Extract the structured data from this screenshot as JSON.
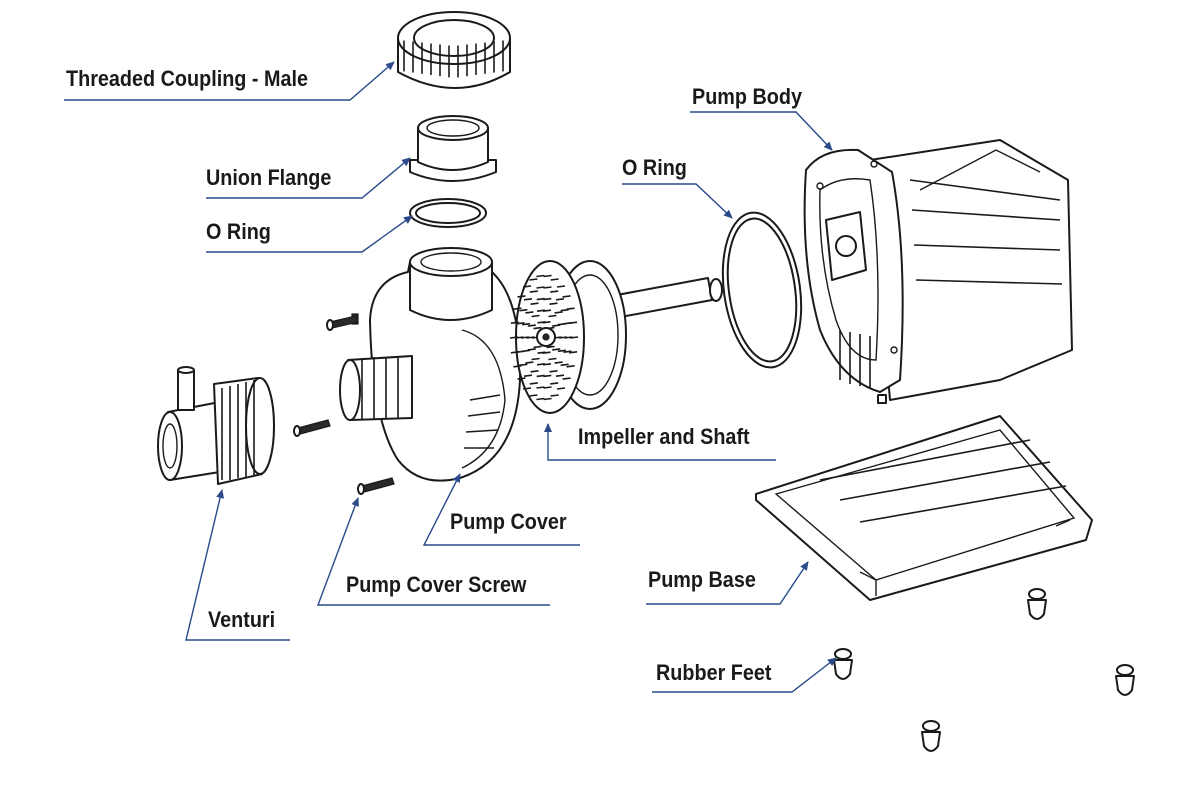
{
  "diagram": {
    "accent_color": "#2a4a8a",
    "line_color": "#1a1a1a",
    "labels": {
      "threaded_coupling_male": "Threaded Coupling - Male",
      "union_flange": "Union Flange",
      "o_ring_small": "O Ring",
      "pump_body": "Pump Body",
      "o_ring_large": "O Ring",
      "impeller_and_shaft": "Impeller and Shaft",
      "pump_cover": "Pump Cover",
      "pump_cover_screw": "Pump Cover Screw",
      "venturi": "Venturi",
      "pump_base": "Pump Base",
      "rubber_feet": "Rubber Feet"
    }
  }
}
